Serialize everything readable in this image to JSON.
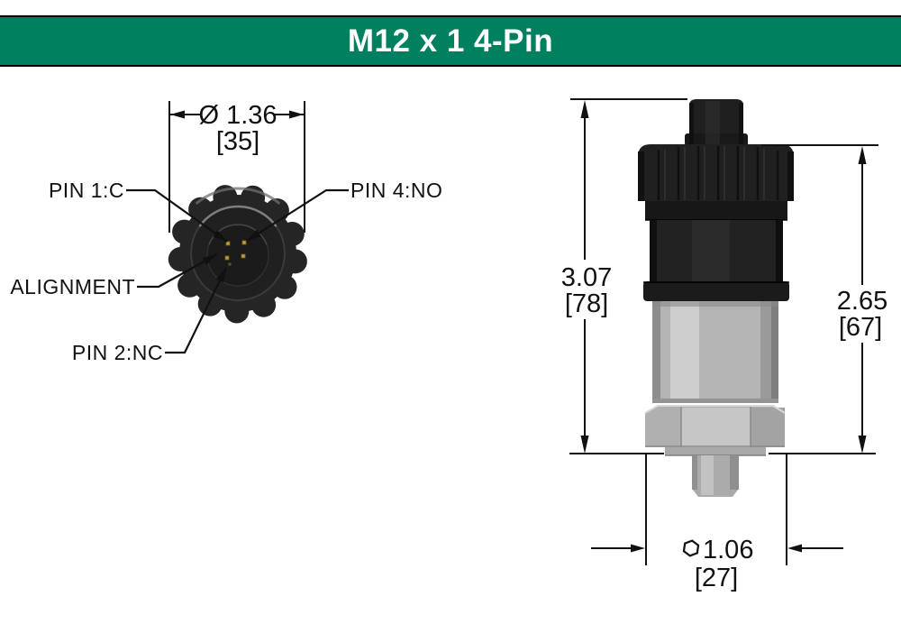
{
  "header": {
    "title": "M12 x 1 4-Pin"
  },
  "top_view": {
    "dim_diameter_in": "Ø 1.36",
    "dim_diameter_mm": "[35]",
    "label_pin1": "PIN 1:C",
    "label_pin4": "PIN 4:NO",
    "label_alignment": "ALIGNMENT",
    "label_pin2": "PIN 2:NC"
  },
  "side_view": {
    "dim_height_in": "3.07",
    "dim_height_mm": "[78]",
    "dim_upper_in": "2.65",
    "dim_upper_mm": "[67]",
    "dim_hex_in": "1.06",
    "dim_hex_mm": "[27]"
  },
  "colors": {
    "header_green": "#00805F",
    "device_black": "#222222",
    "device_gray": "#b4b4b4",
    "pin_gold": "#C3A03C"
  }
}
